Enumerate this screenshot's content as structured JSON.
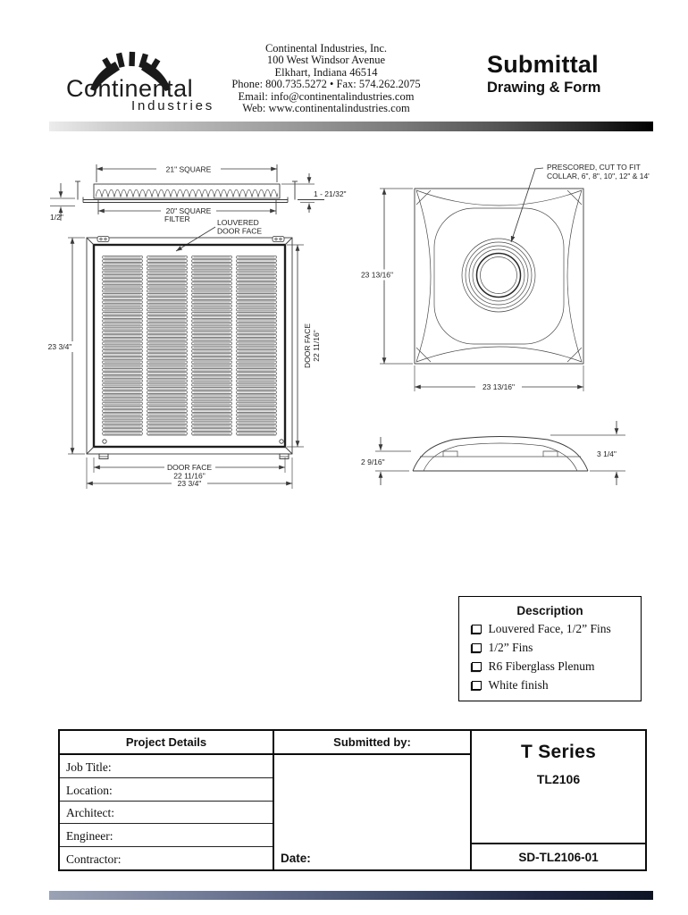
{
  "header": {
    "logo": {
      "name": "Continental",
      "sub": "Industries"
    },
    "company": {
      "lines": [
        "Continental Industries, Inc.",
        "100 West Windsor Avenue",
        "Elkhart, Indiana 46514",
        "Phone: 800.735.5272 • Fax: 574.262.2075",
        "Email: info@continentalindustries.com",
        "Web: www.continentalindustries.com"
      ]
    },
    "doc_title": {
      "main": "Submittal",
      "sub": "Drawing & Form"
    }
  },
  "drawings": {
    "filter_section": {
      "dim_top": "21\" SQUARE",
      "dim_right": "1 - 21/32\"",
      "dim_left": "1/2\"",
      "dim_bottom_l1": "20\" SQUARE",
      "dim_bottom_l2": "FILTER",
      "callout_l1": "LOUVERED",
      "callout_l2": "DOOR FACE"
    },
    "grille_front": {
      "dim_left": "23 3/4\"",
      "dim_right_l1": "DOOR FACE",
      "dim_right_l2": "22 11/16\"",
      "dim_bottom1_l1": "DOOR FACE",
      "dim_bottom1_l2": "22 11/16\"",
      "dim_bottom2": "23 3/4\""
    },
    "plenum_top": {
      "callout_l1": "PRESCORED, CUT TO FIT",
      "callout_l2": "COLLAR, 6\", 8\", 10\", 12\" & 14'",
      "dim_left": "23 13/16\"",
      "dim_bottom": "23 13/16\""
    },
    "plenum_profile": {
      "dim_left": "2 9/16\"",
      "dim_right": "3 1/4\""
    }
  },
  "description_box": {
    "title": "Description",
    "items": [
      "Louvered Face, 1/2” Fins",
      "1/2” Fins",
      "R6 Fiberglass Plenum",
      "White finish"
    ]
  },
  "form": {
    "project_details_header": "Project Details",
    "fields": [
      "Job Title:",
      "Location:",
      "Architect:",
      "Engineer:",
      "Contractor:"
    ],
    "submitted_by_header": "Submitted by:",
    "date_label": "Date:",
    "series": "T Series",
    "model": "TL2106",
    "doc_number": "SD-TL2106-01"
  },
  "colors": {
    "top_bar_start": "#ececec",
    "top_bar_end": "#000000",
    "bottom_bar_start": "#9aa2b5",
    "bottom_bar_end": "#0e1426"
  }
}
